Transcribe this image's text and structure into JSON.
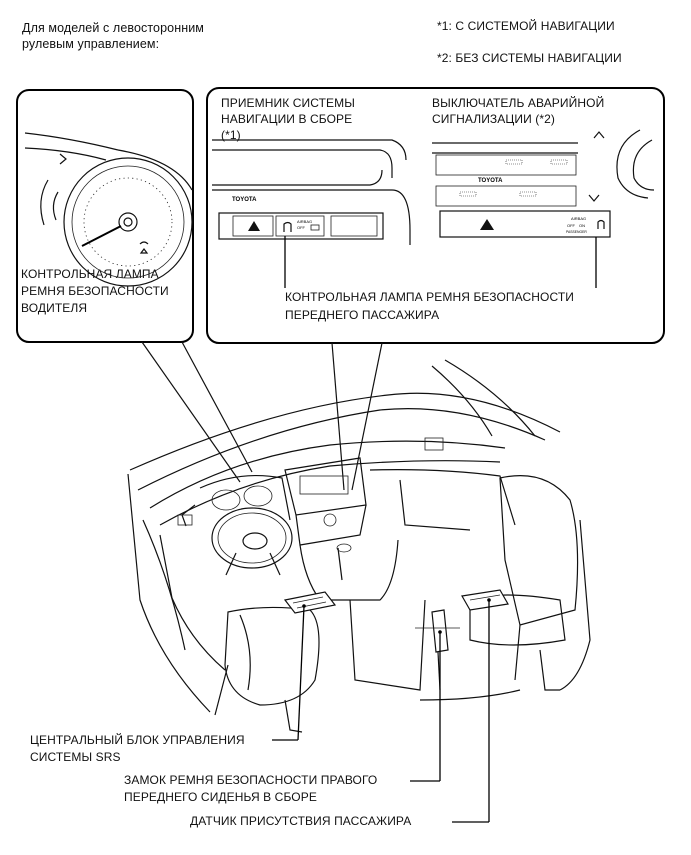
{
  "header": {
    "intro": "Для моделей с левосторонним\nрулевым управлением:",
    "note1": "*1: С СИСТЕМОЙ НАВИГАЦИИ",
    "note2": "*2: БЕЗ СИСТЕМЫ НАВИГАЦИИ"
  },
  "callouts": {
    "driver_lamp": "КОНТРОЛЬНАЯ ЛАМПА\nРЕМНЯ БЕЗОПАСНОСТИ\nВОДИТЕЛЯ",
    "nav_receiver": "ПРИЕМНИК СИСТЕМЫ\nНАВИГАЦИИ В СБОРЕ\n(*1)",
    "hazard_switch": "ВЫКЛЮЧАТЕЛЬ АВАРИЙНОЙ\nСИГНАЛИЗАЦИИ (*2)",
    "passenger_lamp": "КОНТРОЛЬНАЯ ЛАМПА РЕМНЯ БЕЗОПАСНОСТИ\nПЕРЕДНЕГО ПАССАЖИРА",
    "srs_unit": "ЦЕНТРАЛЬНЫЙ БЛОК УПРАВЛЕНИЯ\nСИСТЕМЫ SRS",
    "buckle": "ЗАМОК РЕМНЯ БЕЗОПАСНОСТИ ПРАВОГО\nПЕРЕДНЕГО СИДЕНЬЯ В СБОРЕ",
    "occupant_sensor": "ДАТЧИК ПРИСУТСТВИЯ ПАССАЖИРА"
  },
  "panel_labels": {
    "brand": "TOYOTA",
    "airbag": "AIRBAG",
    "off": "OFF",
    "on": "ON",
    "passenger": "PASSENGER"
  }
}
